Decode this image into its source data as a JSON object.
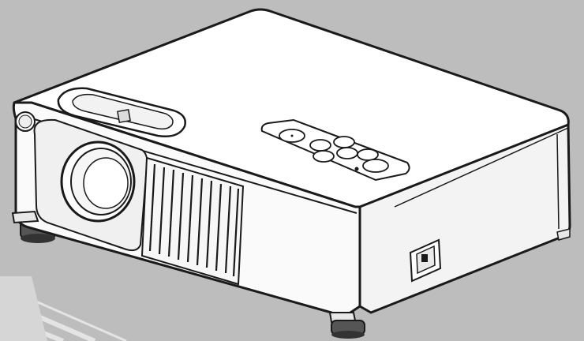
{
  "scene": {
    "subject": "projector",
    "colors": {
      "background": "#bdbdbd",
      "body": "#ffffff",
      "outline": "#1a1a1a",
      "shadow_strip": "#e2e2e2",
      "foot": "#4a4a4a"
    },
    "control_panel": {
      "buttons": [
        "power-button",
        "menu-up-button",
        "menu-left-button",
        "menu-enter-button",
        "menu-right-button",
        "menu-down-button",
        "input-button"
      ],
      "indicator": "status-led"
    },
    "ports": [
      "power-inlet"
    ],
    "vent_slats": 10
  }
}
